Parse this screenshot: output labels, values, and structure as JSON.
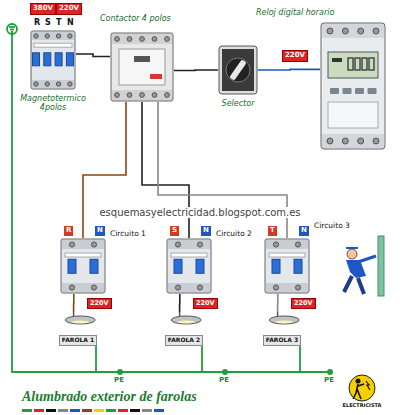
{
  "diagram": {
    "title": "Alumbrado exterior de farolas",
    "nodes": [
      {
        "text": [
          "Magnetotermico 4polos"
        ]
      },
      {
        "text": [
          "Contactor 4 polos"
        ]
      },
      {
        "text": [
          "Selector"
        ]
      },
      {
        "text": [
          "Reloj digital horario"
        ]
      },
      {
        "text": [
          "Circuito 1"
        ]
      },
      {
        "text": [
          "Circuito 2"
        ]
      },
      {
        "text": [
          "Circuito 3"
        ]
      },
      {
        "text": [
          "FAROLA 1"
        ]
      },
      {
        "text": [
          "FAROLA 2"
        ]
      },
      {
        "text": [
          "FAROLA 3"
        ]
      }
    ],
    "edges": [
      {
        "from": 0,
        "to": 1,
        "arrow": "none"
      },
      {
        "from": 1,
        "to": 4,
        "arrow": "none"
      },
      {
        "from": 1,
        "to": 5,
        "arrow": "none"
      },
      {
        "from": 1,
        "to": 6,
        "arrow": "none"
      },
      {
        "from": 3,
        "to": 2,
        "arrow": "none"
      },
      {
        "from": 2,
        "to": 1,
        "arrow": "none"
      },
      {
        "from": 4,
        "to": 7,
        "arrow": "none"
      },
      {
        "from": 5,
        "to": 8,
        "arrow": "none"
      },
      {
        "from": 6,
        "to": 9,
        "arrow": "none"
      }
    ],
    "labels": [
      "380V",
      "220V",
      "R",
      "S",
      "T",
      "N",
      "220V",
      "esquemasyelectricidad.blogspot.com.es",
      "R",
      "N",
      "S",
      "N",
      "T",
      "N",
      "220V",
      "220V",
      "220V",
      "PE",
      "PE",
      "PE",
      "ELECTRICISTA"
    ]
  }
}
